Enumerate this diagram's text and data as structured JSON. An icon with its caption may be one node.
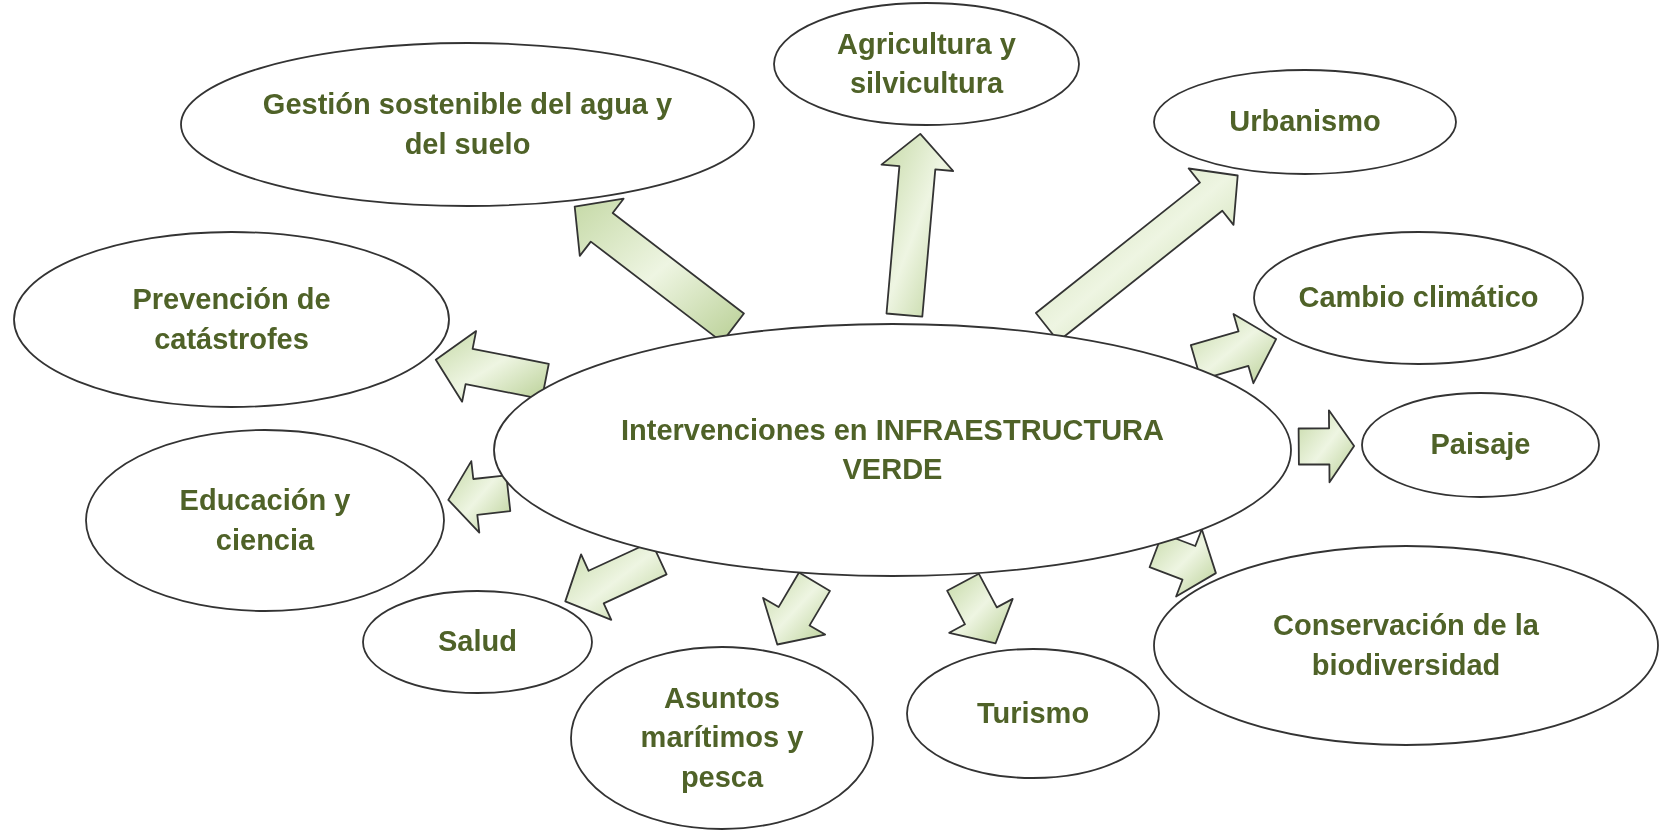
{
  "diagram": {
    "nodes": [
      {
        "text": [
          "Intervenciones en INFRAESTRUCTURA VERDE"
        ]
      },
      {
        "text": [
          "Gestión sostenible del agua y del suelo"
        ]
      },
      {
        "text": [
          "Agricultura y silvicultura"
        ]
      },
      {
        "text": [
          "Urbanismo"
        ]
      },
      {
        "text": [
          "Cambio climático"
        ]
      },
      {
        "text": [
          "Paisaje"
        ]
      },
      {
        "text": [
          "Conservación de la biodiversidad"
        ]
      },
      {
        "text": [
          "Turismo"
        ]
      },
      {
        "text": [
          "Asuntos marítimos y pesca"
        ]
      },
      {
        "text": [
          "Salud"
        ]
      },
      {
        "text": [
          "Educación y ciencia"
        ]
      },
      {
        "text": [
          "Prevención de catástrofes"
        ]
      }
    ],
    "edges": [
      {
        "from": 0,
        "to": 1,
        "arrow": "to"
      },
      {
        "from": 0,
        "to": 2,
        "arrow": "to"
      },
      {
        "from": 0,
        "to": 3,
        "arrow": "to"
      },
      {
        "from": 0,
        "to": 4,
        "arrow": "to"
      },
      {
        "from": 0,
        "to": 5,
        "arrow": "to"
      },
      {
        "from": 0,
        "to": 6,
        "arrow": "to"
      },
      {
        "from": 0,
        "to": 7,
        "arrow": "to"
      },
      {
        "from": 0,
        "to": 8,
        "arrow": "to"
      },
      {
        "from": 0,
        "to": 9,
        "arrow": "to"
      },
      {
        "from": 0,
        "to": 10,
        "arrow": "to"
      },
      {
        "from": 0,
        "to": 11,
        "arrow": "to"
      }
    ]
  }
}
